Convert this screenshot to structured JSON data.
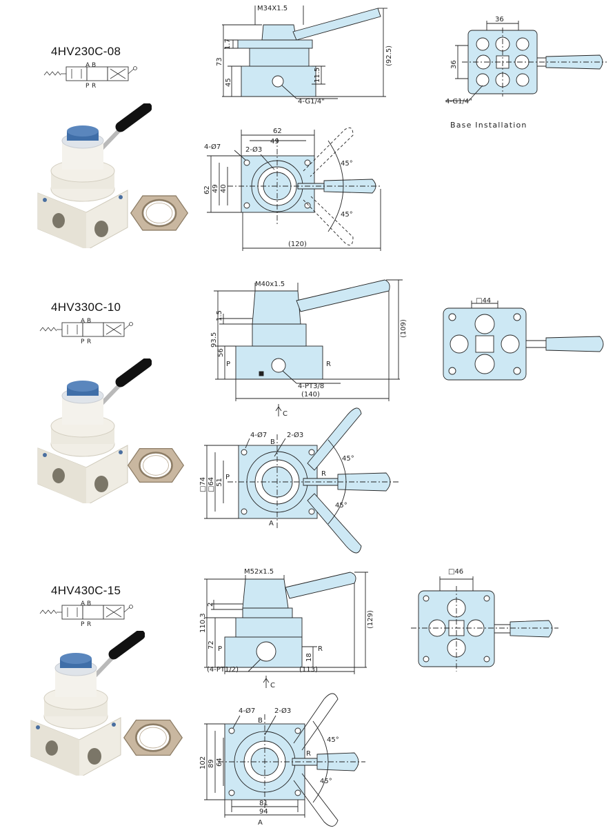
{
  "models": [
    {
      "name": "4HV230C-08",
      "symbol": {
        "a": "A",
        "b": "B",
        "p": "P",
        "r": "R"
      },
      "front": {
        "thread": "M34X1.5",
        "d1": "1.7",
        "d2": "73",
        "d3": "45",
        "d4": "11.5",
        "d5": "(92.5)",
        "port": "4-G1/4\""
      },
      "base": {
        "d1": "36",
        "d2": "36",
        "port": "4-G1/4\"",
        "caption": "Base Installation"
      },
      "top": {
        "d1": "62",
        "d2": "49",
        "d3": "4-Ø7",
        "d4": "2-Ø3",
        "d5": "62",
        "d6": "49",
        "d7": "40",
        "d8": "(120)",
        "a1": "45°",
        "a2": "45°"
      }
    },
    {
      "name": "4HV330C-10",
      "symbol": {
        "a": "A",
        "b": "B",
        "p": "P",
        "r": "R"
      },
      "front": {
        "thread": "M40x1.5",
        "d1": "1.5",
        "d2": "93.5",
        "d3": "56",
        "d4": "(109)",
        "d5": "(140)",
        "port": "4-PT3/8",
        "p": "P",
        "r": "R",
        "c": "C"
      },
      "base": {
        "d1": "□44"
      },
      "top": {
        "d1": "4-Ø7",
        "d2": "2-Ø3",
        "d3": "□74",
        "d4": "□64",
        "d5": "51",
        "a1": "45°",
        "a2": "45°",
        "b": "B",
        "a": "A",
        "p": "P",
        "r": "R"
      }
    },
    {
      "name": "4HV430C-15",
      "symbol": {
        "a": "A",
        "b": "B",
        "p": "P",
        "r": "R"
      },
      "front": {
        "thread": "M52x1.5",
        "d1": "2",
        "d2": "110.3",
        "d3": "72",
        "d4": "18",
        "d5": "(129)",
        "d6": "(113)",
        "port": "(4-PT1/2)",
        "p": "P",
        "r": "R",
        "c": "C"
      },
      "base": {
        "d1": "□46"
      },
      "top": {
        "d1": "4-Ø7",
        "d2": "2-Ø3",
        "d3": "102",
        "d4": "89",
        "d5": "64",
        "d6": "81",
        "d7": "94",
        "a1": "45°",
        "a2": "45°",
        "b": "B",
        "a": "A",
        "r": "R"
      }
    }
  ],
  "colors": {
    "fill": "#cde8f4",
    "body": "#efece3",
    "handle": "#111111",
    "line": "#222222"
  }
}
